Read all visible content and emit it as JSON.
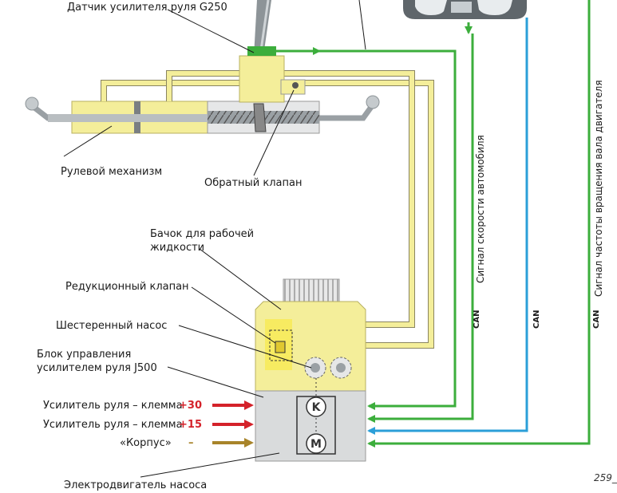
{
  "labels": {
    "sensor_g250": "Датчик усилителя руля G250",
    "steering_gear": "Рулевой механизм",
    "check_valve": "Обратный клапан",
    "fluid_tank_l1": "Бачок для рабочей",
    "fluid_tank_l2": "жидкости",
    "reducing_valve": "Редукционный клапан",
    "gear_pump": "Шестеренный насос",
    "control_unit_l1": "Блок управления",
    "control_unit_l2": "усилителем руля J500",
    "term30_text": "Усилитель руля – клемма",
    "term30_value": "+30",
    "term15_text": "Усилитель руля – клемма",
    "term15_value": "+15",
    "ground_text": "«Корпус»",
    "ground_value": "–",
    "pump_motor": "Электродвигатель насоса"
  },
  "signals": {
    "vehicle_speed": "Сигнал скорости автомобиля",
    "engine_speed": "Сигнал частоты вращения вала двигателя",
    "can_1": "CAN",
    "can_2": "CAN",
    "can_3": "CAN"
  },
  "symbols": {
    "relay": "K",
    "motor": "M"
  },
  "figure_number": "259_",
  "colors": {
    "hydraulic_yellow": "#f4ee9a",
    "signal_green": "#3cae3c",
    "can_blue": "#2b9fd8",
    "power_red": "#d4222a",
    "ground_brown": "#a8842a"
  }
}
